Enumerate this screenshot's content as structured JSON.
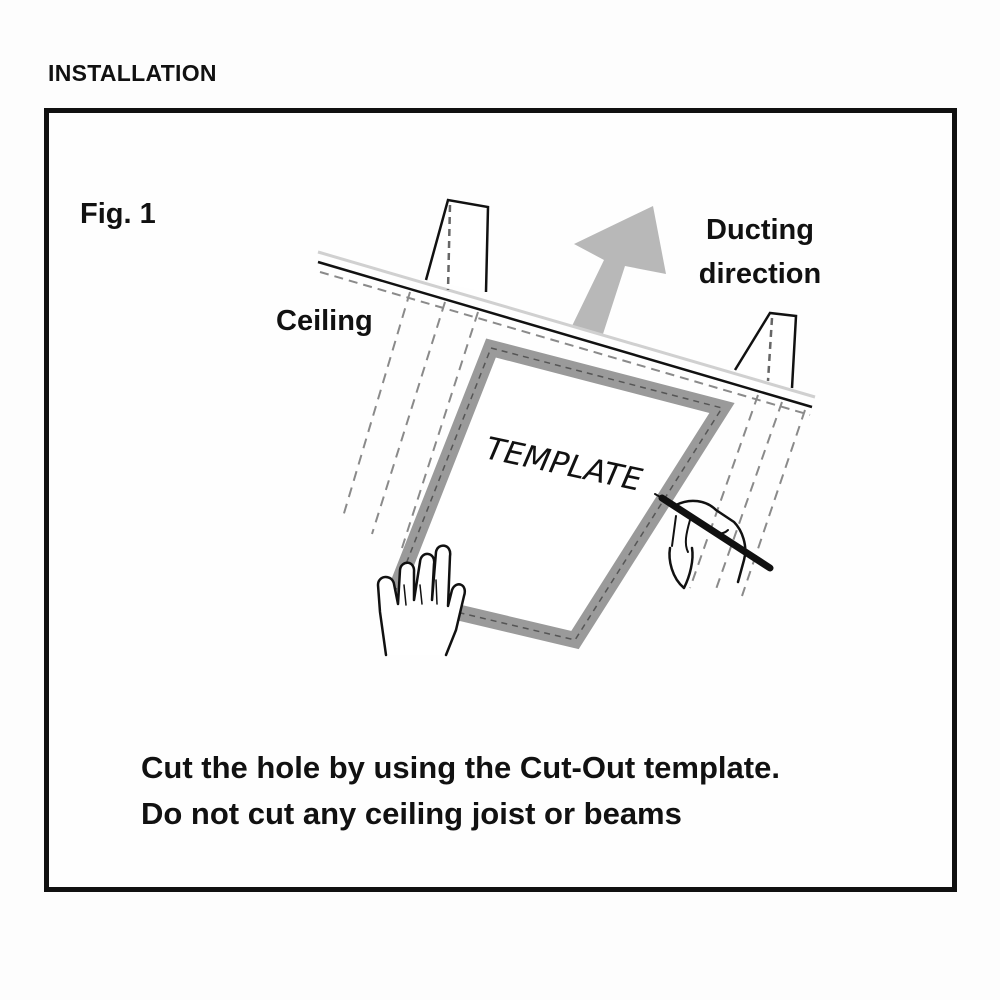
{
  "section_title": "INSTALLATION",
  "figure": {
    "label": "Fig. 1",
    "ceiling_label": "Ceiling",
    "ducting_label_line1": "Ducting",
    "ducting_label_line2": "direction",
    "template_label": "TEMPLATE",
    "icons": [
      "ducting-direction-arrow-icon",
      "left-hand-icon",
      "right-hand-with-pencil-icon",
      "joist-icon"
    ]
  },
  "instructions": {
    "line1": "Cut the hole by using the Cut-Out template.",
    "line2": "Do not cut any ceiling joist or beams"
  },
  "colors": {
    "line": "#111111",
    "template_border": "#9a9a9a",
    "arrow": "#b8b8b8",
    "dashed": "#8a8a8a"
  }
}
